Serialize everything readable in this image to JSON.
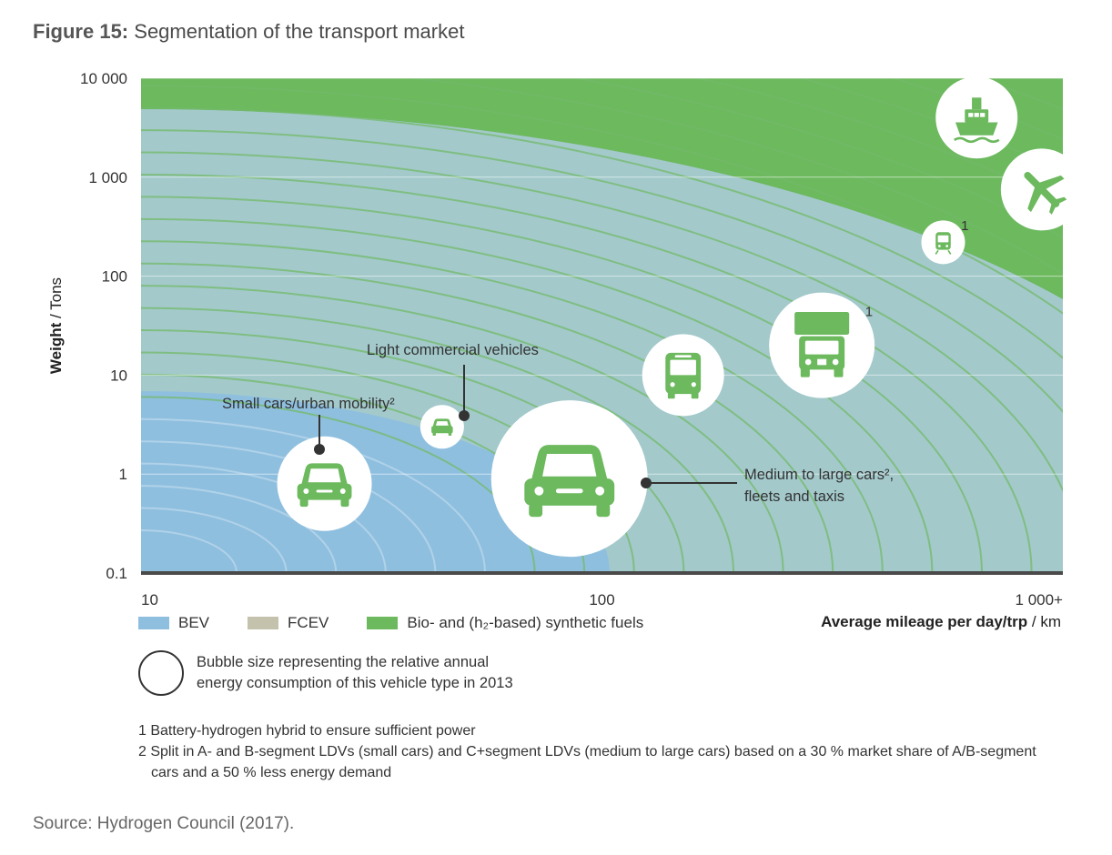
{
  "figure": {
    "label": "Figure 15:",
    "title": "Segmentation of the transport market",
    "source": "Source: Hydrogen Council (2017)."
  },
  "chart_data": {
    "type": "scatter",
    "xscale": "log",
    "yscale": "log",
    "xlim": [
      10,
      1000
    ],
    "ylim": [
      0.1,
      10000
    ],
    "xlabel_bold": "Average mileage per day/trp",
    "xlabel_unit": "/ km",
    "ylabel_bold": "Weight",
    "ylabel_unit": "/ Tons",
    "x_ticks": [
      10,
      100,
      1000
    ],
    "x_tick_labels": [
      "10",
      "100",
      "1 000+"
    ],
    "y_ticks": [
      0.1,
      1,
      10,
      100,
      1000,
      10000
    ],
    "y_tick_labels": [
      "0.1",
      "1",
      "10",
      "100",
      "1 000",
      "10 000"
    ],
    "colors": {
      "BEV": "#8fbfdf",
      "FCEV": "#c4c2ad",
      "synthetic": "#6cb95e",
      "fcev_area": "#a3c9cb",
      "contour": "#6cb95e",
      "bubble": "#ffffff",
      "icon": "#6cb95e"
    },
    "legend": [
      {
        "key": "BEV",
        "label": "BEV",
        "color": "#8fbfdf"
      },
      {
        "key": "FCEV",
        "label": "FCEV",
        "color": "#c4c2ad"
      },
      {
        "key": "synthetic",
        "label": "Bio- and (h₂-based) synthetic fuels",
        "color": "#6cb95e"
      }
    ],
    "points": [
      {
        "id": "small-cars",
        "icon": "car",
        "x": 25,
        "y": 0.8,
        "size": "medium",
        "label": "Small cars/urban mobility²"
      },
      {
        "id": "light-commercial",
        "icon": "van",
        "x": 45,
        "y": 3.0,
        "size": "small",
        "label": "Light commercial vehicles"
      },
      {
        "id": "medium-large-cars",
        "icon": "car",
        "x": 85,
        "y": 0.9,
        "size": "large",
        "label": "Medium to large cars², fleets and taxis"
      },
      {
        "id": "buses",
        "icon": "bus",
        "x": 150,
        "y": 10,
        "size": "medium",
        "label": ""
      },
      {
        "id": "trucks",
        "icon": "truck",
        "x": 300,
        "y": 20,
        "size": "large",
        "label": "",
        "footnote": "1"
      },
      {
        "id": "trains",
        "icon": "train",
        "x": 550,
        "y": 220,
        "size": "small",
        "label": "",
        "footnote": "1"
      },
      {
        "id": "ships",
        "icon": "ship",
        "x": 650,
        "y": 4000,
        "size": "medium",
        "label": ""
      },
      {
        "id": "planes",
        "icon": "plane",
        "x": 900,
        "y": 750,
        "size": "medium",
        "label": ""
      }
    ]
  },
  "bubble_note": {
    "line1": "Bubble size representing the relative annual",
    "line2": "energy consumption of this vehicle type in 2013"
  },
  "footnotes": {
    "fn1": "1 Battery-hydrogen hybrid to ensure sufficient power",
    "fn2": "2 Split in A- and B-segment LDVs (small cars) and C+segment LDVs (medium to large cars) based on a 30 % market share of A/B-segment cars and a 50 % less energy demand"
  }
}
